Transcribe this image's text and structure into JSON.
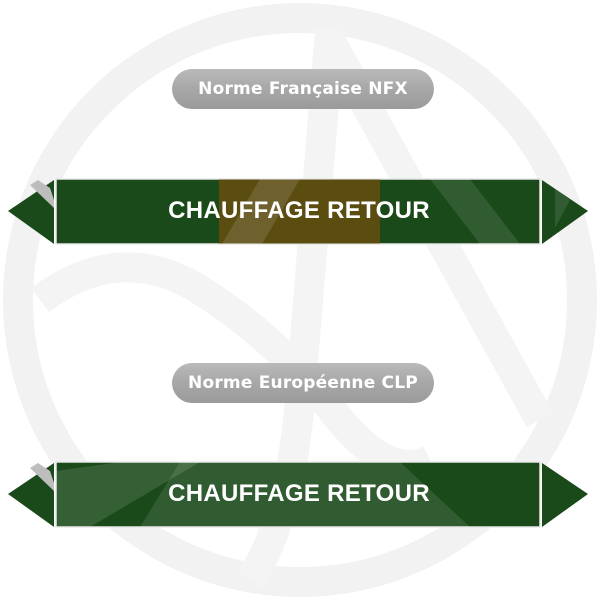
{
  "colors": {
    "green": "#1a4a1a",
    "brown": "#5b4c10",
    "pill_gray": "#a8a8a8",
    "text": "#ffffff",
    "watermark": "#f3f3f3"
  },
  "sections": [
    {
      "standard_label": "Norme Française NFX",
      "marker": {
        "text": "CHAUFFAGE RETOUR",
        "base_color": "green",
        "center_band_color": "brown"
      }
    },
    {
      "standard_label": "Norme Européenne CLP",
      "marker": {
        "text": "CHAUFFAGE RETOUR",
        "base_color": "green",
        "center_band_color": null
      }
    }
  ]
}
